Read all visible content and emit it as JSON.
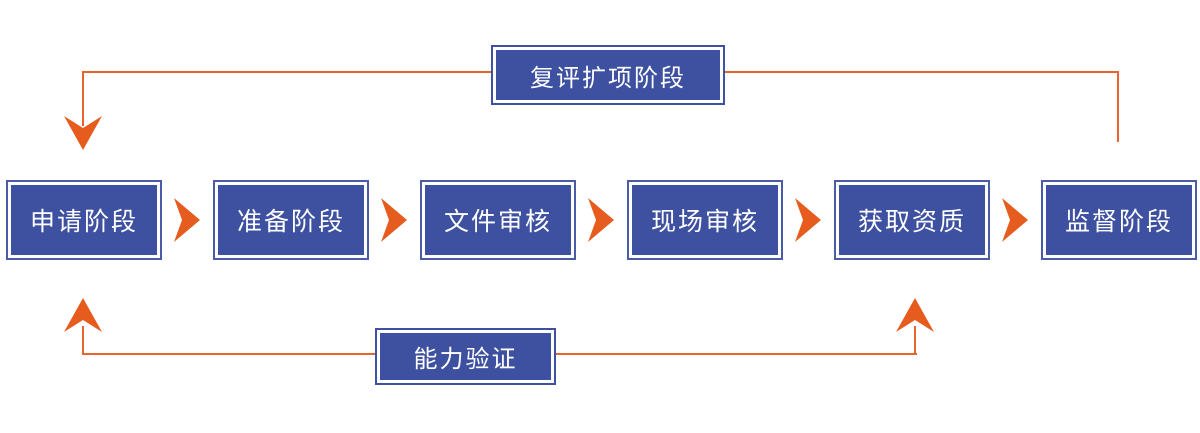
{
  "diagram": {
    "flow": [
      {
        "label": "申请阶段"
      },
      {
        "label": "准备阶段"
      },
      {
        "label": "文件审核"
      },
      {
        "label": "现场审核"
      },
      {
        "label": "获取资质"
      },
      {
        "label": "监督阶段"
      }
    ],
    "top_loop": {
      "label": "复评扩项阶段"
    },
    "bottom_loop": {
      "label": "能力验证"
    },
    "colors": {
      "box_fill": "#3e51a1",
      "box_border": "#4a5ba7",
      "arrow_orange": "#e65c1e",
      "line_orange": "#e8642e",
      "text": "#ffffff",
      "background": "#ffffff"
    }
  }
}
